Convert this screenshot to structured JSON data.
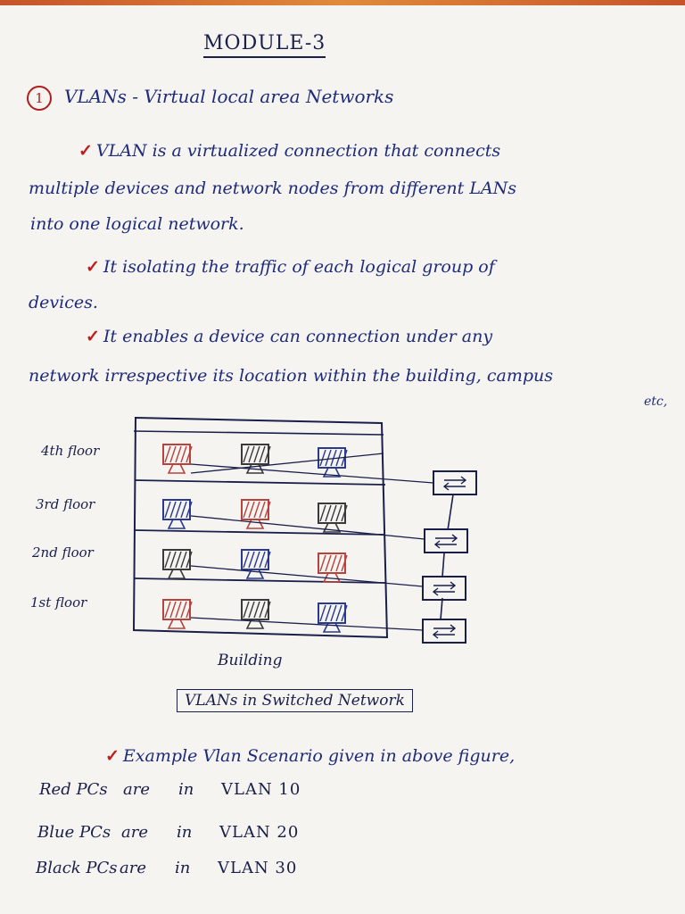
{
  "module_title": "MODULE-3",
  "section": {
    "number": "1",
    "heading": "VLANs - Virtual local area Networks"
  },
  "points": [
    {
      "lines": [
        "VLAN is a virtualized connection that connects",
        "multiple devices and network nodes from different LANs",
        "into one logical network."
      ]
    },
    {
      "lines": [
        "It isolating the traffic of each logical group of",
        "devices."
      ]
    },
    {
      "lines": [
        "It enables a device can connection under any",
        "network irrespective its location within the building, campus",
        "etc,"
      ]
    }
  ],
  "diagram": {
    "floors": [
      "4th floor",
      "3rd floor",
      "2nd floor",
      "1st floor"
    ],
    "pc_colors": {
      "red": "#b8433e",
      "blue": "#2a3a8f",
      "black": "#3a3a3a"
    },
    "rows": [
      [
        "red",
        "black",
        "blue"
      ],
      [
        "blue",
        "red",
        "black"
      ],
      [
        "black",
        "blue",
        "red"
      ],
      [
        "red",
        "black",
        "blue"
      ]
    ],
    "switch_count": 4,
    "building_label": "Building",
    "caption": "VLANs in Switched Network"
  },
  "example": {
    "intro": "Example Vlan Scenario given in above figure,",
    "rows": [
      {
        "who": "Red PCs",
        "are": "are",
        "in": "in",
        "vlan": "VLAN 10"
      },
      {
        "who": "Blue PCs",
        "are": "are",
        "in": "in",
        "vlan": "VLAN 20"
      },
      {
        "who": "Black PCs",
        "are": "are",
        "in": "in",
        "vlan": "VLAN 30"
      }
    ]
  }
}
